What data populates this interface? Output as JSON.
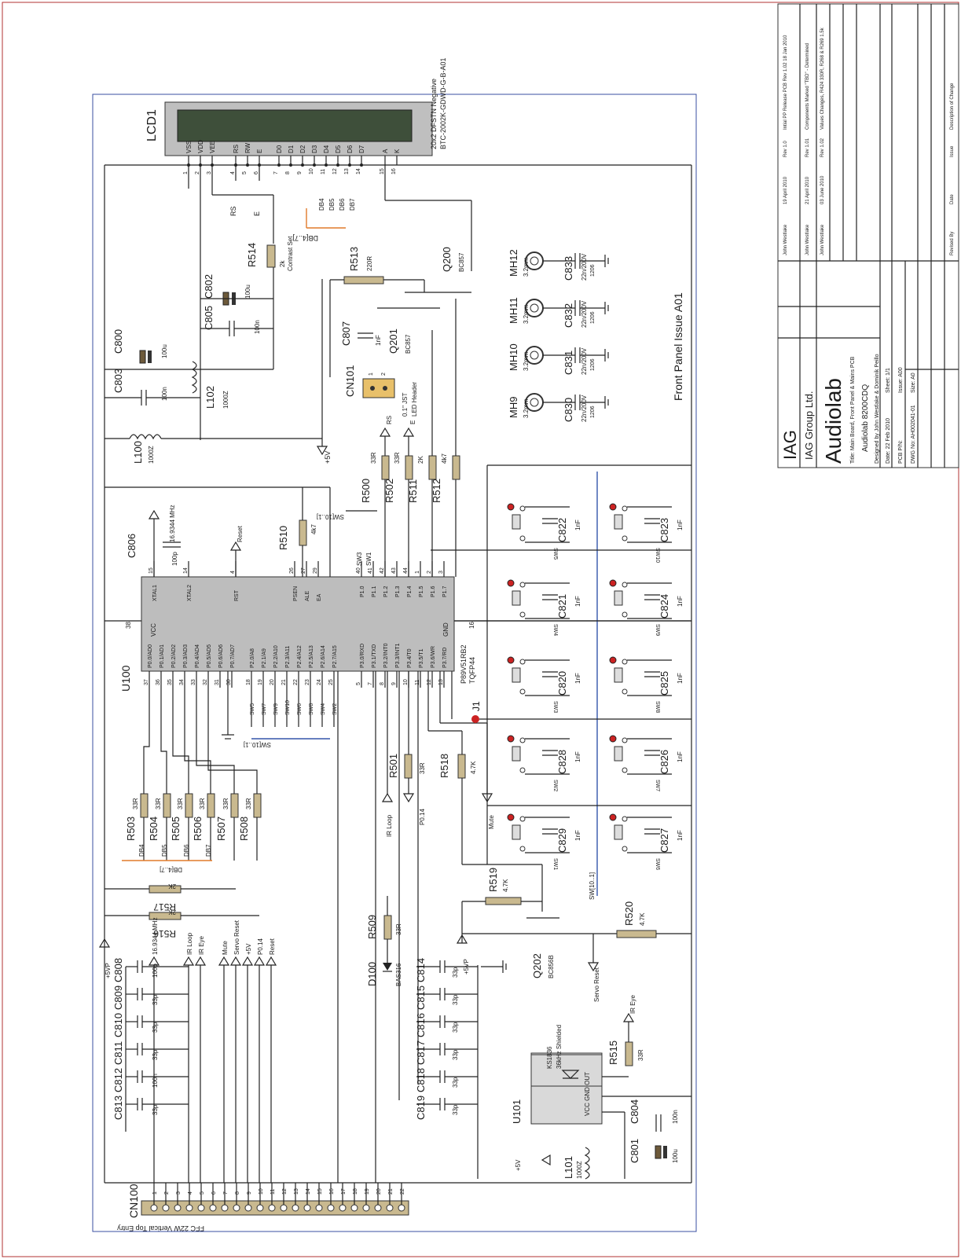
{
  "lcd": {
    "ref": "LCD1",
    "type": "20x2 DFSTN Negative",
    "part": "BTC-2002K-GDWD-G-B-A01",
    "pins": [
      "VSS",
      "VDD",
      "VEE",
      "RS",
      "RW",
      "E",
      "D0",
      "D1",
      "D2",
      "D3",
      "D4",
      "D5",
      "D6",
      "D7",
      "A",
      "K"
    ],
    "pin_nums": [
      "1",
      "2",
      "3",
      "4",
      "5",
      "6",
      "7",
      "8",
      "9",
      "10",
      "11",
      "12",
      "13",
      "14",
      "15",
      "16"
    ]
  },
  "mcu": {
    "ref": "U100",
    "part": "P89V51RB2",
    "pkg": "TQFP44",
    "left_pins": [
      "P0.0/AD0",
      "P0.1/AD1",
      "P0.2/AD2",
      "P0.3/AD3",
      "P0.4/AD4",
      "P0.5/AD5",
      "P0.6/AD6",
      "P0.7/AD7",
      "P2.0/A8",
      "P2.1/A9",
      "P2.2/A10",
      "P2.3/A11",
      "P2.4/A12",
      "P2.5/A13",
      "P2.6/A14",
      "P2.7/A15",
      "P3.0/RXD",
      "P3.1/TXD",
      "P3.2/INT0",
      "P3.3/INT1",
      "P3.4/T0",
      "P3.5/T1",
      "P3.6/WR",
      "P3.7/RD"
    ],
    "left_nums": [
      "37",
      "36",
      "35",
      "34",
      "33",
      "32",
      "31",
      "30",
      "18",
      "19",
      "20",
      "21",
      "22",
      "23",
      "24",
      "25",
      "5",
      "7",
      "8",
      "9",
      "10",
      "11",
      "12",
      "13"
    ],
    "right_pins": [
      "P1.0",
      "P1.1",
      "P1.2",
      "P1.3",
      "P1.4",
      "P1.5",
      "P1.6",
      "P1.7"
    ],
    "right_nums": [
      "40",
      "41",
      "42",
      "43",
      "44",
      "1",
      "2",
      "3"
    ],
    "top_pins": [
      "XTAL1",
      "XTAL2",
      "RST",
      "PSEN",
      "ALE",
      "EA"
    ],
    "top_nums": [
      "15",
      "14",
      "4",
      "26",
      "27",
      "29"
    ],
    "vcc": "VCC",
    "vcc_num": "38",
    "gnd": "GND",
    "gnd_num": "16"
  },
  "connector": {
    "ref": "CN100",
    "desc": "FFC 22W Vertical Top Entry",
    "pins": [
      "1",
      "2",
      "3",
      "4",
      "5",
      "6",
      "7",
      "8",
      "9",
      "10",
      "11",
      "12",
      "13",
      "14",
      "15",
      "16",
      "17",
      "18",
      "19",
      "20",
      "21",
      "22"
    ]
  },
  "resistors": [
    {
      "ref": "R514",
      "val": "2k",
      "note": "Contrast Set"
    },
    {
      "ref": "R513",
      "val": "220R"
    },
    {
      "ref": "R510",
      "val": "4k7"
    },
    {
      "ref": "R500",
      "val": "33R"
    },
    {
      "ref": "R502",
      "val": "33R"
    },
    {
      "ref": "R511",
      "val": "2K"
    },
    {
      "ref": "R512",
      "val": "4k7"
    },
    {
      "ref": "R503",
      "val": "33R"
    },
    {
      "ref": "R504",
      "val": "33R"
    },
    {
      "ref": "R505",
      "val": "33R"
    },
    {
      "ref": "R506",
      "val": "33R"
    },
    {
      "ref": "R507",
      "val": "33R"
    },
    {
      "ref": "R508",
      "val": "33R"
    },
    {
      "ref": "R501",
      "val": "33R"
    },
    {
      "ref": "R518",
      "val": "4.7K"
    },
    {
      "ref": "R517",
      "val": "2K"
    },
    {
      "ref": "R516",
      "val": "2K"
    },
    {
      "ref": "R509",
      "val": "33R"
    },
    {
      "ref": "R519",
      "val": "4.7K"
    },
    {
      "ref": "R520",
      "val": "4.7K"
    },
    {
      "ref": "R515",
      "val": "33R"
    }
  ],
  "capacitors": [
    {
      "ref": "C802",
      "val": "100u"
    },
    {
      "ref": "C805",
      "val": "100n"
    },
    {
      "ref": "C800",
      "val": "100u"
    },
    {
      "ref": "C803",
      "val": "100n"
    },
    {
      "ref": "C807",
      "val": "1nF"
    },
    {
      "ref": "C806",
      "val": "100p"
    },
    {
      "ref": "C833",
      "val": "22n/200V",
      "pkg": "1206"
    },
    {
      "ref": "C832",
      "val": "22n/200V",
      "pkg": "1206"
    },
    {
      "ref": "C831",
      "val": "22n/200V",
      "pkg": "1206"
    },
    {
      "ref": "C830",
      "val": "22n/200V",
      "pkg": "1206"
    },
    {
      "ref": "C822",
      "val": "1nF"
    },
    {
      "ref": "C823",
      "val": "1nF"
    },
    {
      "ref": "C821",
      "val": "1nF"
    },
    {
      "ref": "C824",
      "val": "1nF"
    },
    {
      "ref": "C820",
      "val": "1nF"
    },
    {
      "ref": "C825",
      "val": "1nF"
    },
    {
      "ref": "C828",
      "val": "1nF"
    },
    {
      "ref": "C826",
      "val": "1nF"
    },
    {
      "ref": "C829",
      "val": "1nF"
    },
    {
      "ref": "C827",
      "val": "1nF"
    },
    {
      "ref": "C808",
      "val": "100p"
    },
    {
      "ref": "C809",
      "val": "33p"
    },
    {
      "ref": "C810",
      "val": "33p"
    },
    {
      "ref": "C811",
      "val": "33p"
    },
    {
      "ref": "C812",
      "val": "100n"
    },
    {
      "ref": "C813",
      "val": "33p"
    },
    {
      "ref": "C814",
      "val": "33p"
    },
    {
      "ref": "C815",
      "val": "33p"
    },
    {
      "ref": "C816",
      "val": "33p"
    },
    {
      "ref": "C817",
      "val": "33p"
    },
    {
      "ref": "C818",
      "val": "33p"
    },
    {
      "ref": "C819",
      "val": "33p"
    },
    {
      "ref": "C804",
      "val": "100n"
    },
    {
      "ref": "C801",
      "val": "100u"
    }
  ],
  "inductors": [
    {
      "ref": "L102",
      "val": "1000Z"
    },
    {
      "ref": "L100",
      "val": "1000Z"
    },
    {
      "ref": "L101",
      "val": "1000Z"
    }
  ],
  "transistors": [
    {
      "ref": "Q200",
      "part": "BC857"
    },
    {
      "ref": "Q201",
      "part": "BC857"
    },
    {
      "ref": "Q202",
      "part": "BC856B"
    }
  ],
  "mounting_holes": [
    {
      "ref": "MH12",
      "size": "3.2mm"
    },
    {
      "ref": "MH11",
      "size": "3.2mm"
    },
    {
      "ref": "MH10",
      "size": "3.2mm"
    },
    {
      "ref": "MH9",
      "size": "3.2mm"
    }
  ],
  "switches": [
    "SW5",
    "SW10",
    "SW4",
    "SW9",
    "SW3",
    "SW8",
    "SW2",
    "SW7",
    "SW1",
    "SW6"
  ],
  "led_header": {
    "ref": "CN101",
    "desc1": "0.1\" JST",
    "desc2": "LED Header",
    "pins": [
      "1",
      "2"
    ]
  },
  "ir": {
    "ref": "U101",
    "part": "KS1836",
    "desc": "36kHz Shielded",
    "pins": "VCC GND OUT"
  },
  "diode": {
    "ref": "D100",
    "part": "BAS316"
  },
  "jumper": {
    "ref": "J1"
  },
  "nets": {
    "vcc": "+5V",
    "vp": "+5VP",
    "rs": "RS",
    "e": "E",
    "reset": "Reset",
    "xtal": "16.9344 MHz",
    "mute": "Mute",
    "p014": "P0.14",
    "irloop": "IR Loop",
    "ireye": "IR Eye",
    "servo": "Servo Reset",
    "db": "DB[4..7]",
    "sw_hi": "SW[10..1]",
    "db4": "DB4",
    "db5": "DB5",
    "db6": "DB6",
    "db7": "DB7",
    "sw3": "SW3",
    "sw1": "SW1"
  },
  "conn_labels": [
    "16.9344 MHz",
    "IR Loop",
    "IR Eye",
    "Mute",
    "Servo Reset",
    "+5V",
    "P0.14",
    "Reset"
  ],
  "title_text": "Front Panel Issue A01",
  "titleblock": {
    "logo": "IAG",
    "company": "IAG Group Ltd.",
    "brand": "Audiolab",
    "title": "Title: Main Board, Front Panel & Mains PCB",
    "product": "Audiolab 8200CDQ",
    "designed": "Designed by John Westlake & Dominik Peillo",
    "date": "Date: 22 Feb 2010",
    "sheet": "Sheet: 1/1",
    "pcb": "PCB P/N:",
    "issue": "Issue: A00",
    "dwg": "DWG No: AH002041-01",
    "size": "Size: A0",
    "revisions": [
      {
        "by": "John Westlake",
        "date": "19 April 2010",
        "issue": "Rev 1.0",
        "desc": "Intial PP Release PCB Rev 1.02 18 Jan 2010"
      },
      {
        "by": "John Westlake",
        "date": "21 April 2010",
        "issue": "Rev 1.01",
        "desc": "Components Marked \"TBD\" - Determined"
      },
      {
        "by": "John Westlake",
        "date": "03 June 2010",
        "issue": "Rev 1.02",
        "desc": "Values Changes, R424 330R, R268 & R269 1.5k"
      }
    ],
    "col_headers": [
      "Revised By",
      "Date",
      "Issue",
      "Description of Change"
    ]
  }
}
